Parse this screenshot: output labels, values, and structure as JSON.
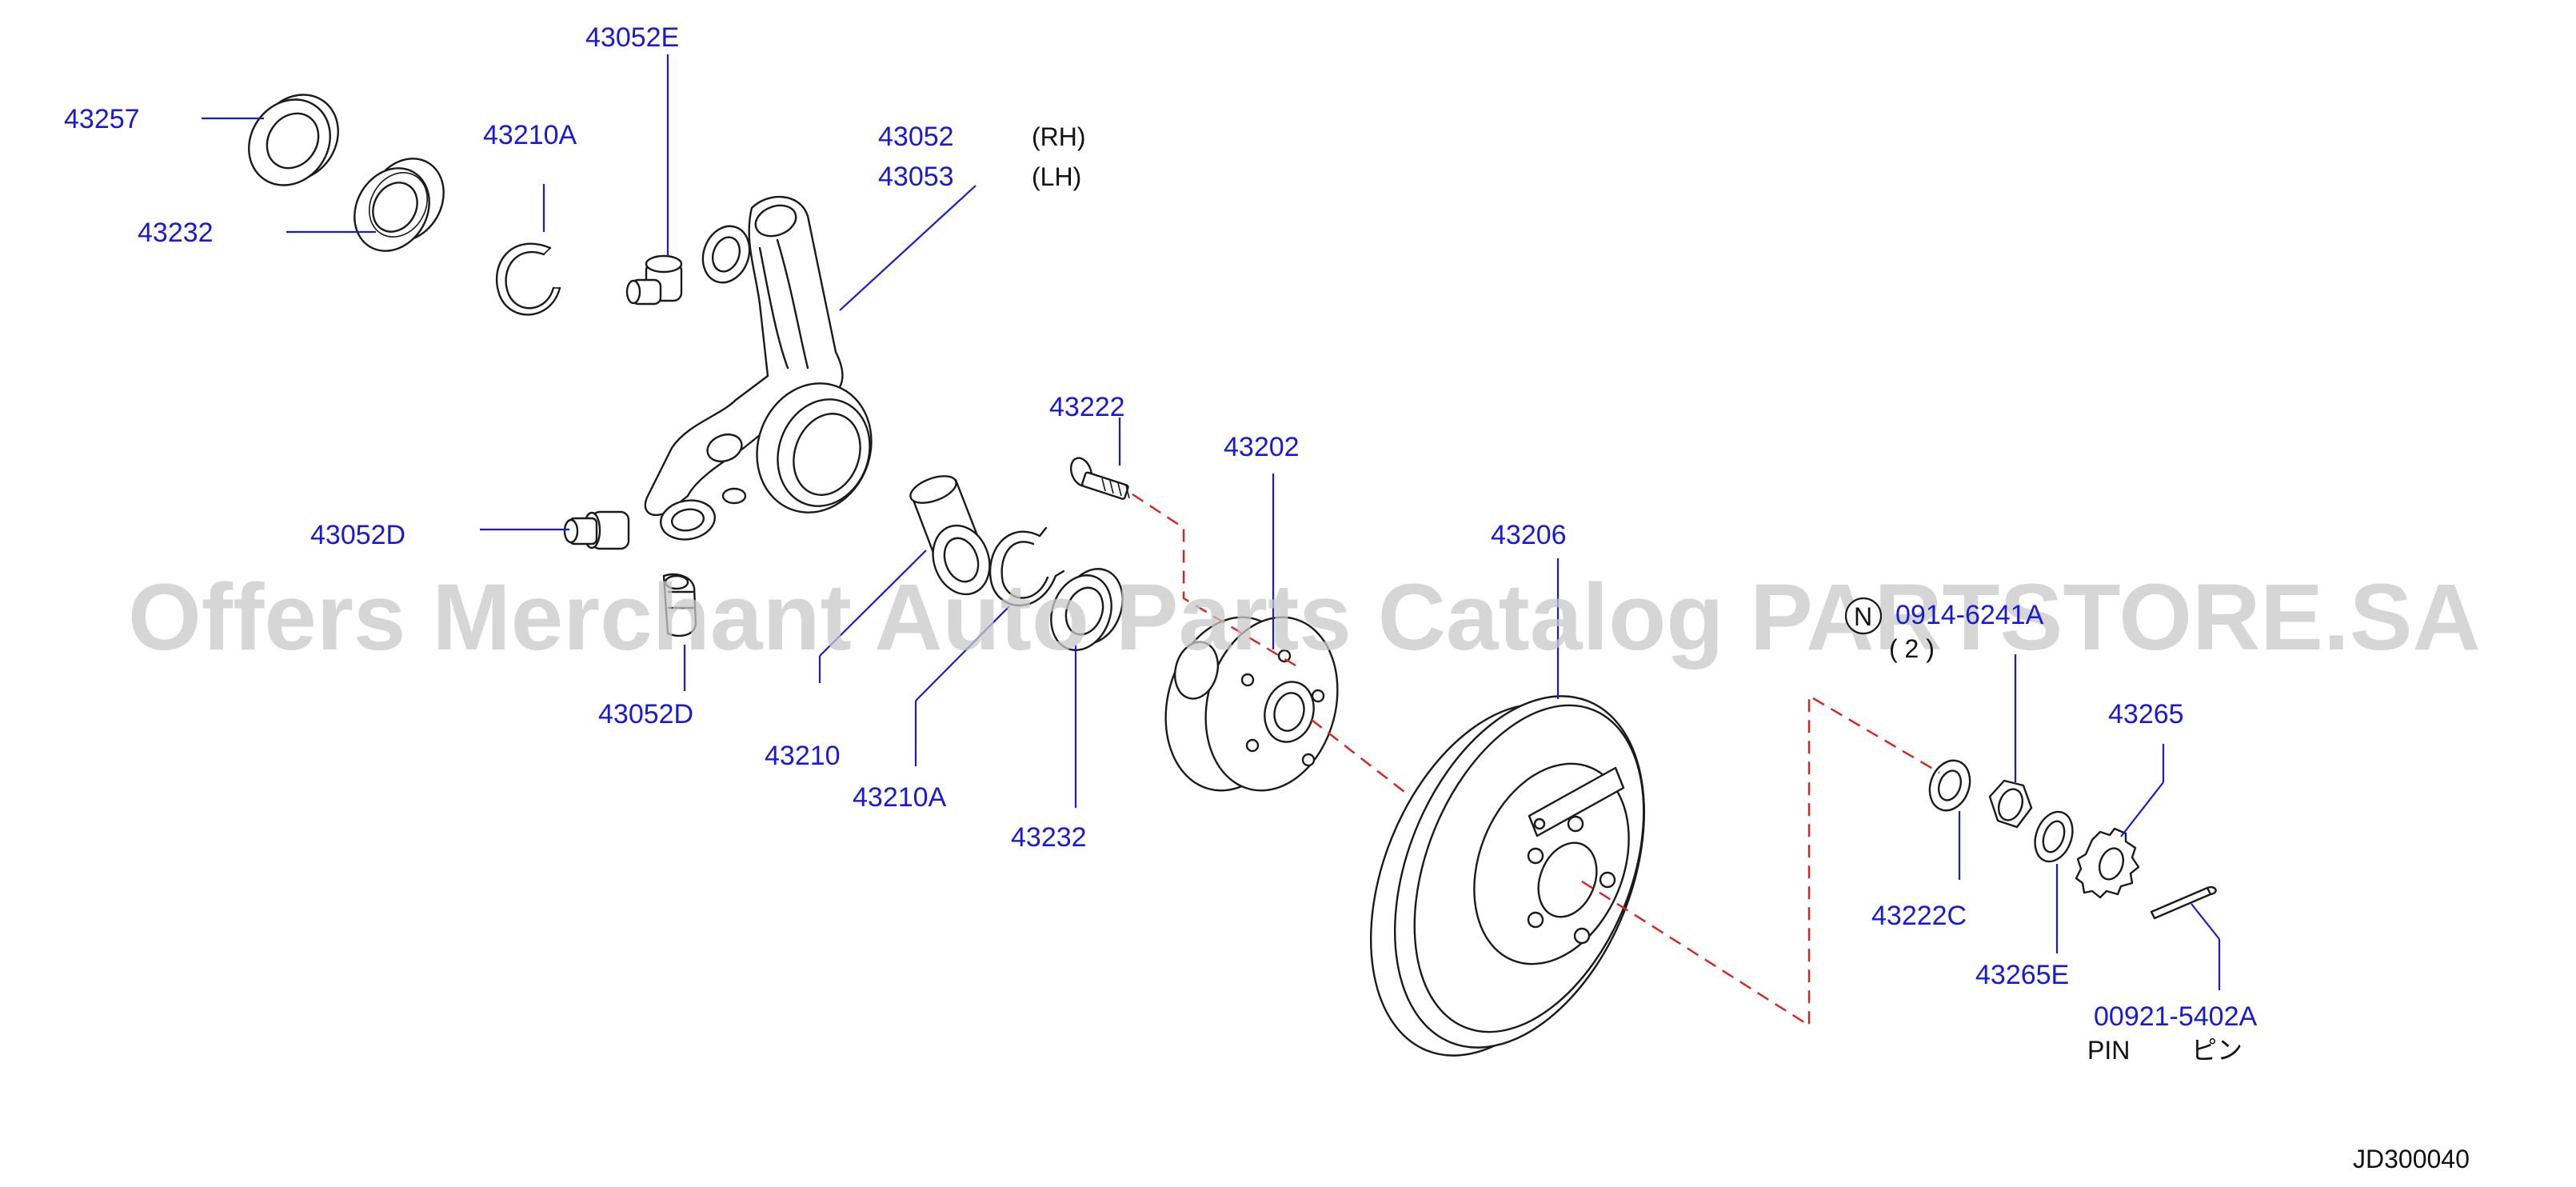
{
  "diagram_id": "JD300040",
  "parts": [
    {
      "number": "43257"
    },
    {
      "number": "43232"
    },
    {
      "number": "43210A"
    },
    {
      "number": "43052E"
    },
    {
      "number": "43052",
      "side": "(RH)"
    },
    {
      "number": "43053",
      "side": "(LH)"
    },
    {
      "number": "43222"
    },
    {
      "number": "43202"
    },
    {
      "number": "43052D"
    },
    {
      "number": "43052D"
    },
    {
      "number": "43210"
    },
    {
      "number": "43210A"
    },
    {
      "number": "43232"
    },
    {
      "number": "43206"
    },
    {
      "number": "0914-6241A"
    },
    {
      "number": "43265"
    },
    {
      "number": "43222C"
    },
    {
      "number": "43265E"
    },
    {
      "number": "00921-5402A"
    }
  ],
  "nut_symbol": "N",
  "nut_quantity": "( 2 )",
  "pin_label": "PIN",
  "pin_label_jp": "ピン",
  "watermark": "Offers Merchant Auto Parts Catalog PARTSTORE.SA"
}
